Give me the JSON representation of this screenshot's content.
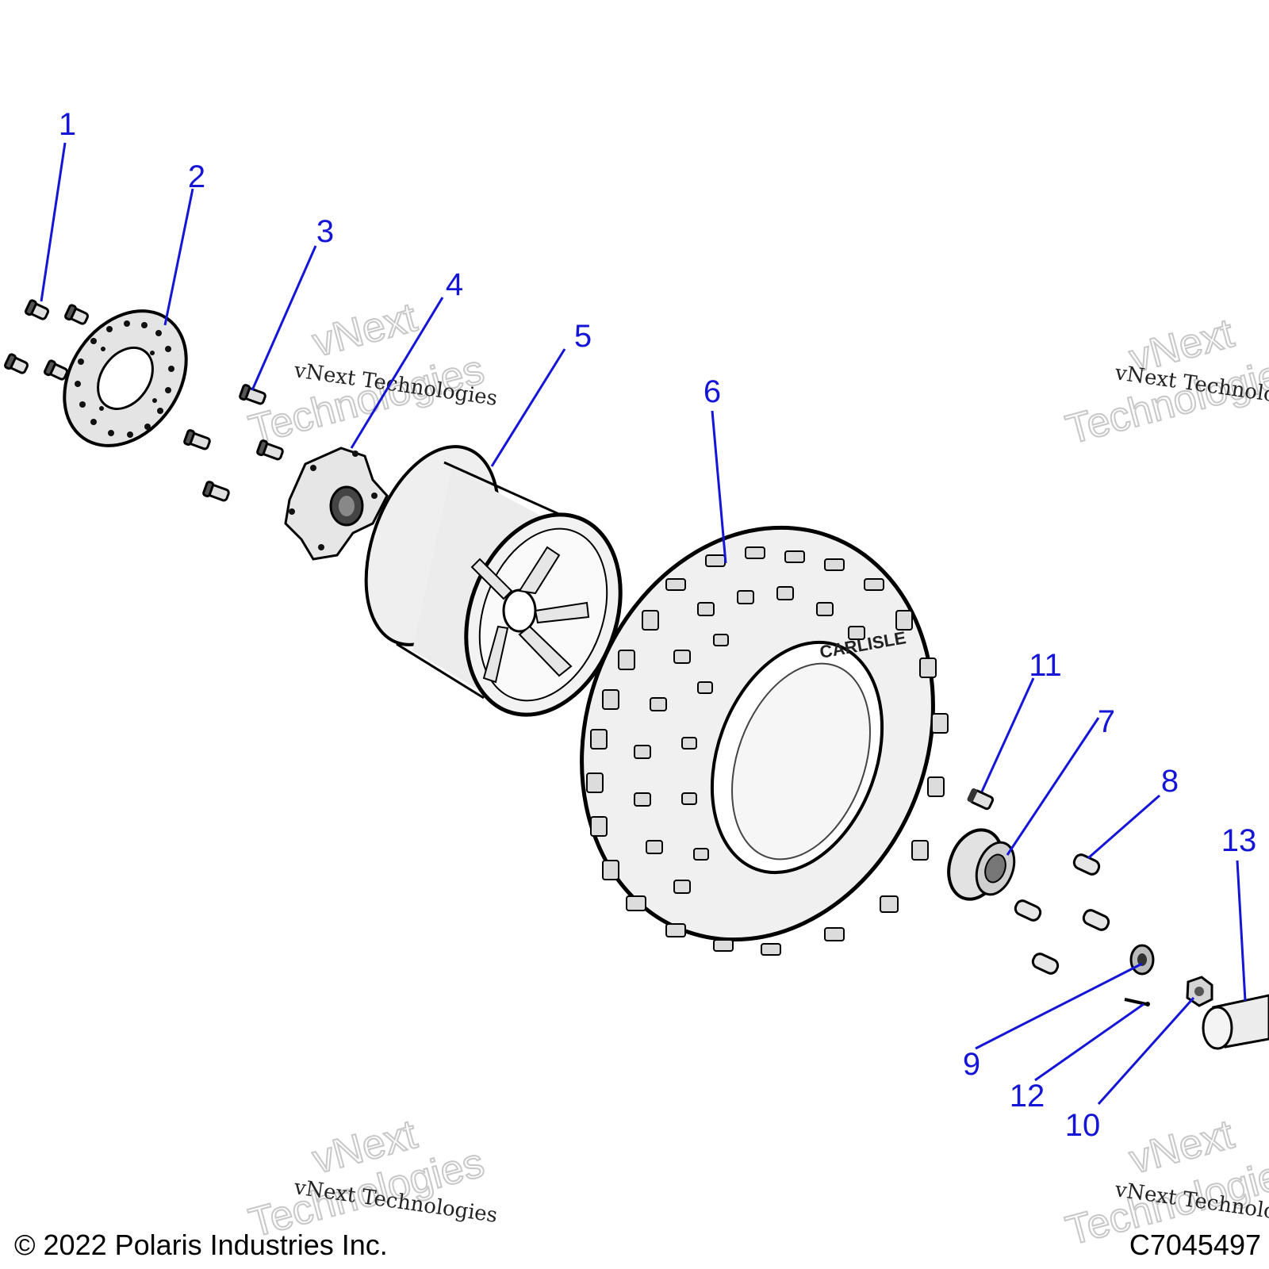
{
  "callouts": [
    {
      "id": "1",
      "label": "1"
    },
    {
      "id": "2",
      "label": "2"
    },
    {
      "id": "3",
      "label": "3"
    },
    {
      "id": "4",
      "label": "4"
    },
    {
      "id": "5",
      "label": "5"
    },
    {
      "id": "6",
      "label": "6"
    },
    {
      "id": "7",
      "label": "7"
    },
    {
      "id": "8",
      "label": "8"
    },
    {
      "id": "9",
      "label": "9"
    },
    {
      "id": "10",
      "label": "10"
    },
    {
      "id": "11",
      "label": "11"
    },
    {
      "id": "12",
      "label": "12"
    },
    {
      "id": "13",
      "label": "13"
    }
  ],
  "watermark": {
    "small": "vNext Technologies",
    "big_line1": "vNext",
    "big_line2": "Technologies"
  },
  "tire_brand": "CARLISLE",
  "footer": {
    "copyright": "© 2022 Polaris Industries Inc.",
    "code": "C7045497"
  },
  "colors": {
    "callout": "#1515d8",
    "part_fill": "#e9e9e9",
    "part_stroke": "#000000"
  }
}
